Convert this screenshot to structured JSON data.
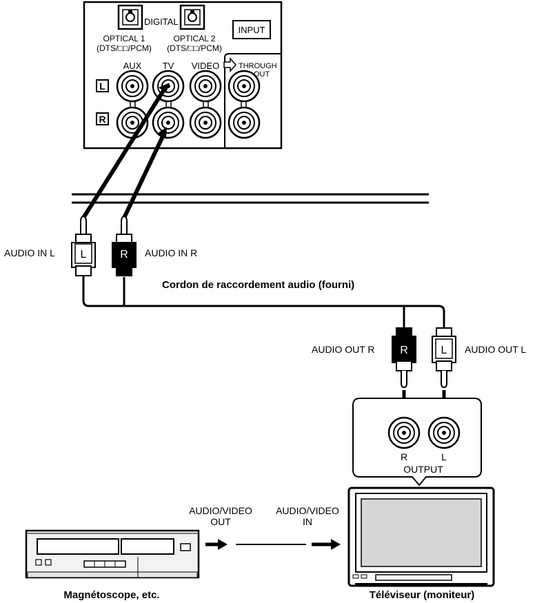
{
  "receiver_panel": {
    "digital_label": "DIGITAL",
    "optical1_label": "OPTICAL 1",
    "optical1_formats": "(DTS/□□/PCM)",
    "optical2_label": "OPTICAL 2",
    "optical2_formats": "(DTS/□□/PCM)",
    "input_label": "INPUT",
    "aux_label": "AUX",
    "tv_label": "TV",
    "video_label": "VIDEO",
    "through_label": "THROUGH",
    "out_label": "OUT",
    "left_channel": "L",
    "right_channel": "R"
  },
  "cable": {
    "plug_in_l_letter": "L",
    "plug_in_r_letter": "R",
    "audio_in_l": "AUDIO IN L",
    "audio_in_r": "AUDIO IN R",
    "caption": "Cordon de raccordement audio (fourni)",
    "plug_out_r_letter": "R",
    "plug_out_l_letter": "L",
    "audio_out_r": "AUDIO OUT R",
    "audio_out_l": "AUDIO OUT L"
  },
  "tv_output": {
    "r_label": "R",
    "l_label": "L",
    "output_label": "OUTPUT"
  },
  "av_link": {
    "out_line1": "AUDIO/VIDEO",
    "out_line2": "OUT",
    "in_line1": "AUDIO/VIDEO",
    "in_line2": "IN"
  },
  "devices": {
    "vcr_caption": "Magnétoscope, etc.",
    "tv_caption": "Téléviseur (moniteur)"
  },
  "colors": {
    "line": "#000000",
    "background": "#ffffff",
    "screen": "#d6d6d6",
    "vcr_body": "#f2f2f2",
    "jack_fill": "#ffffff"
  },
  "icons": [
    "optical-port-icon",
    "rca-jack-icon",
    "rca-plug-icon",
    "arrow-right-icon",
    "arrow-down-icon",
    "vcr-icon",
    "tv-icon"
  ]
}
